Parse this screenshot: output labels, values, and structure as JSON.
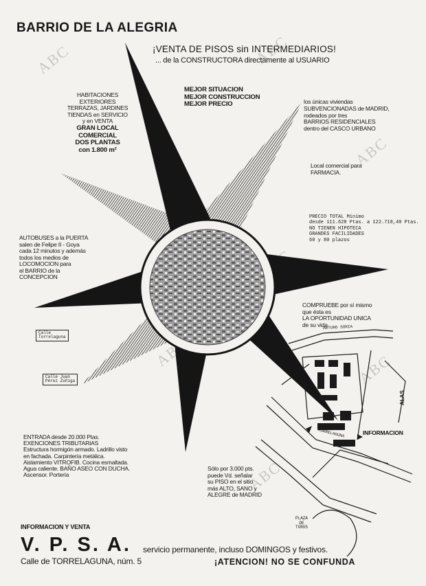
{
  "header": {
    "title": "BARRIO DE LA ALEGRIA",
    "headline": "¡VENTA DE PISOS sin INTERMEDIARIOS!",
    "subheadline": "... de la CONSTRUCTORA directamente al USUARIO"
  },
  "features": {
    "amenities": "HABITACIONES\nEXTERIORES\nTERRAZAS, JARDINES\nTIENDAS en SERVICIO\ny en VENTA",
    "local_comercial": "GRAN LOCAL\nCOMERCIAL\nDOS PLANTAS\ncon 1.800 m²",
    "mejor": "MEJOR SITUACION\nMEJOR CONSTRUCCION\nMEJOR PRECIO",
    "subvencionadas_intro": "los únicas viviendas",
    "subvencionadas": "SUBVENCIONADAS de MADRID,\nrodeados por tres\nBARRIOS RESIDENCIALES\ndentro del CASCO URBANO",
    "farmacia": "Local comercial para\nFARMACIA.",
    "precio": "PRECIO TOTAL Mínimo\ndesde 111.628 Ptas. a 122.718,40 Ptas.\nNO TIENEN HIPOTECA\nGRANDES FACILIDADES\n60 y 80 plazos",
    "transporte": "AUTOBUSES a la PUERTA\nsalen de Felipe II - Goya\ncada 12 minutos y además\ntodos los medios de\nLOCOMOCION para\nel BARRIO de la\nCONCEPCION",
    "compruebe": "COMPRUEBE por sí mismo\nque ésta es\nLA OPORTUNIDAD UNICA\nde su vida",
    "entrada": "ENTRADA desde 20.000 Ptas.\nEXENCIONES TRIBUTARIAS\nEstructura hormigón armado. Ladrillo visto\nen fachada. Carpintería metálica.\nAislamiento VITROFIB. Cocina esmaltada.\nAgua caliente. BAÑO ASEO CON DUCHA.\nAscensor. Portería",
    "piso": "Sólo por 3.000 pts.\npuede Vd. señalar\nsu PISO en el sitio\nmás ALTO, SANO y\nALEGRE de MADRID"
  },
  "map_labels": {
    "calle_torrelaguna": "Calle\nTorrelaguna",
    "calle_juan_perez": "Calle Juan\nPérez Zúñiga",
    "street_top": "ARTURO SORIA",
    "street_mid": "TORRELAGUNA",
    "alas": "ALAS",
    "plaza": "PLAZA\nDE\nTOROS",
    "informacion": "INFORMACION"
  },
  "footer": {
    "info_label": "INFORMACION Y VENTA",
    "brand": "V. P. S. A.",
    "service": "servicio permanente, incluso DOMINGOS y festivos.",
    "address": "Calle de TORRELAGUNA, núm. 5",
    "atencion": "¡ATENCION! NO SE CONFUNDA"
  },
  "watermarks": [
    "ABC",
    "ABC",
    "ABC",
    "ABC",
    "ABC",
    "ABC",
    "ABC"
  ],
  "colors": {
    "ink": "#161616",
    "paper": "#f4f2ee"
  }
}
